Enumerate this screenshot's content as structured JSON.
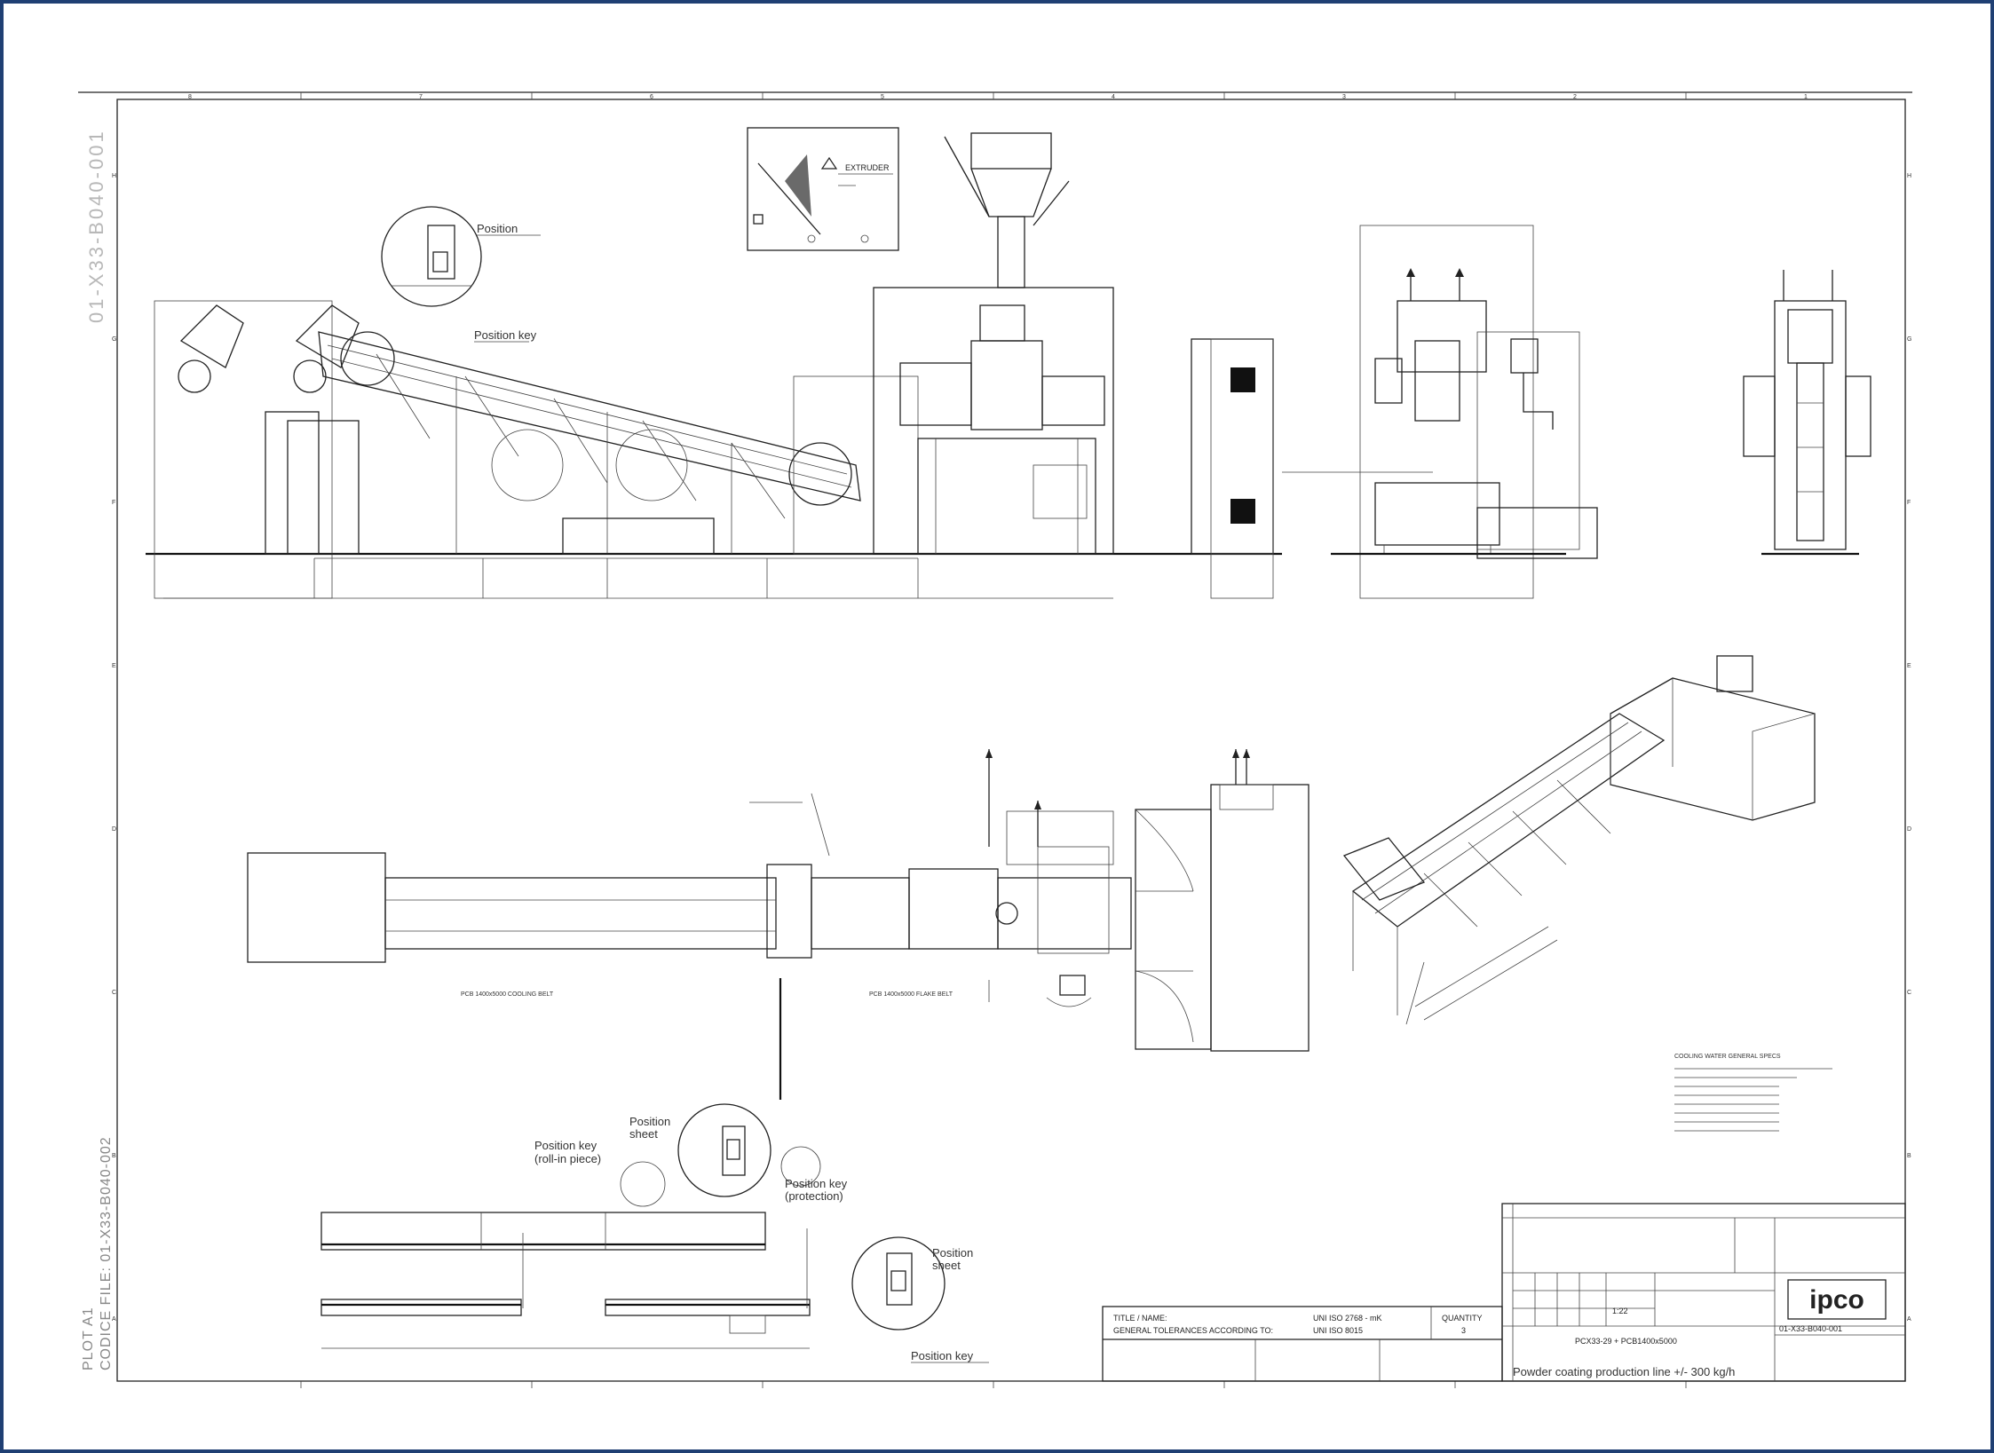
{
  "drawing": {
    "vertical_code_top": "01-X33-B040-001",
    "plot_label": "PLOT A1",
    "cad_file_label": "CODICE FILE: 01-X33-B040-002",
    "border_numbers_top": [
      "8",
      "7",
      "6",
      "5",
      "4",
      "3",
      "2",
      "1"
    ],
    "border_letters_left": [
      "H",
      "G",
      "F",
      "E",
      "D",
      "C",
      "B",
      "A"
    ],
    "border_letters_right": [
      "H",
      "G",
      "F",
      "E",
      "D",
      "C",
      "B",
      "A"
    ]
  },
  "labels": {
    "extruder": "EXTRUDER",
    "pos_key_top": "Position key",
    "position_top": "Position",
    "pos_key_bottom1": "Position key",
    "pos_key_bottom1_sub": "(roll-in piece)",
    "position_bottom1": "Position",
    "position_bottom1_sub": "sheet",
    "pos_key_bottom2": "Position key",
    "pos_key_bottom2_sub": "(protection)",
    "position_bottom3": "Position",
    "position_bottom3_sub": "sheet",
    "pos_key_bottom3": "Position key",
    "cooling_belt": "PCB 1400x5000 COOLING BELT",
    "flake_belt": "PCB 1400x5000 FLAKE BELT",
    "cooling_water_spec": "COOLING WATER GENERAL SPECS"
  },
  "title_block": {
    "title_a": "TITLE / NAME:",
    "title_a_value": "UNI ISO 2768 - mK",
    "title_b": "GENERAL TOLERANCES ACCORDING TO:",
    "title_b_value": "UNI ISO 8015",
    "quantity_label": "QUANTITY",
    "quantity_value": "3",
    "scale": "1:22",
    "model": "PCX33-29 + PCB1400x5000",
    "description": "Powder coating production line +/- 300 kg/h",
    "drawing_number": "01-X33-B040-001",
    "logo_text": "ipco"
  }
}
